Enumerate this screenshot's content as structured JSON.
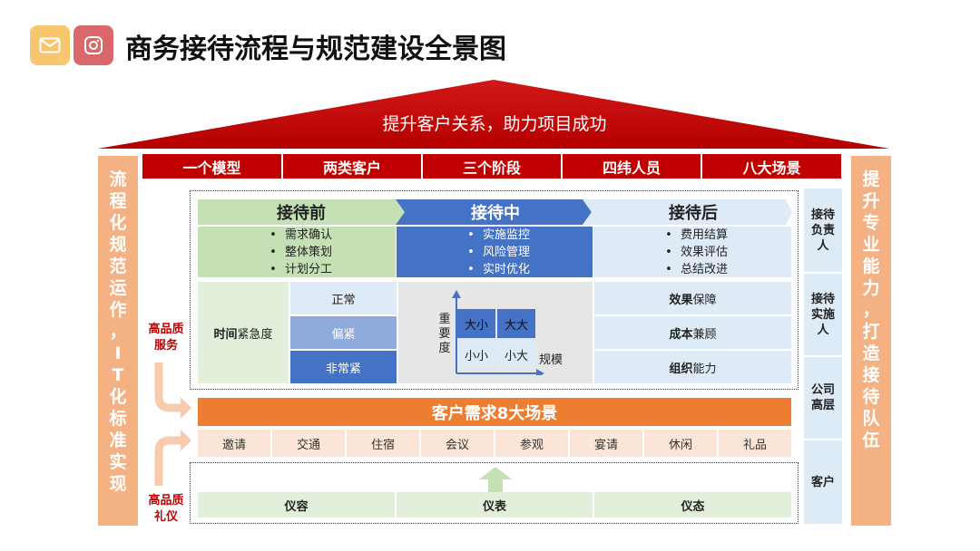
{
  "header": {
    "title": "商务接待流程与规范建设全景图",
    "colors": {
      "icon_left": "#f7c66e",
      "icon_right": "#d9686a",
      "primary_red": "#c00000"
    }
  },
  "roof": {
    "text": "提升客户关系，助力项目成功"
  },
  "left_pillar": {
    "chars": [
      "流",
      "程",
      "化",
      "规",
      "范",
      "运",
      "作",
      "，",
      "I",
      "T",
      "化",
      "标",
      "准",
      "实",
      "现"
    ]
  },
  "right_pillar": {
    "chars": [
      "提",
      "升",
      "专",
      "业",
      "能",
      "力",
      "，",
      "打",
      "造",
      "接",
      "待",
      "队",
      "伍"
    ]
  },
  "top_tabs": [
    "一个模型",
    "两类客户",
    "三个阶段",
    "四纬人员",
    "八大场景"
  ],
  "phases": [
    {
      "title": "接待前",
      "items": [
        "需求确认",
        "整体策划",
        "计划分工"
      ]
    },
    {
      "title": "接待中",
      "items": [
        "实施监控",
        "风险管理",
        "实时优化"
      ]
    },
    {
      "title": "接待后",
      "items": [
        "费用结算",
        "效果评估",
        "总结改进"
      ]
    }
  ],
  "urgency": {
    "label_main": "时间",
    "label_rest": "紧急度",
    "levels": [
      "正常",
      "偏紧",
      "非常紧"
    ]
  },
  "matrix": {
    "y_label": [
      "重",
      "要",
      "度"
    ],
    "x_label": "规模",
    "cells": [
      "大小",
      "大大",
      "小小",
      "小大"
    ]
  },
  "after_rows": [
    {
      "bold": "效果",
      "rest": "保障"
    },
    {
      "bold": "成本",
      "rest": "兼顾"
    },
    {
      "bold": "组织",
      "rest": "能力"
    }
  ],
  "left_labels": {
    "service": [
      "高品质",
      "服务"
    ],
    "etiquette": [
      "高品质",
      "礼仪"
    ]
  },
  "scenes": {
    "title": "客户需求8大场景",
    "items": [
      "邀请",
      "交通",
      "住宿",
      "会议",
      "参观",
      "宴请",
      "休闲",
      "礼品"
    ]
  },
  "etiquette": [
    "仪容",
    "仪表",
    "仪态"
  ],
  "roles": [
    [
      "接待",
      "负责",
      "人"
    ],
    [
      "接待",
      "实施",
      "人"
    ],
    [
      "公司",
      "高层"
    ],
    [
      "客户"
    ]
  ]
}
